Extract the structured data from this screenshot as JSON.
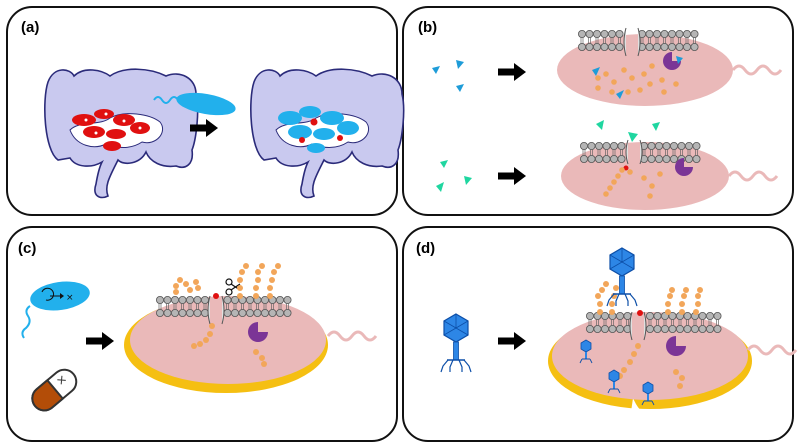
{
  "panels": [
    {
      "label": "(a)"
    },
    {
      "label": "(b)"
    },
    {
      "label": "(c)"
    },
    {
      "label": "(d)"
    }
  ],
  "colors": {
    "colon": "#c9c9ef",
    "colon_outline": "#2b2b7a",
    "pathogen": "#e01010",
    "probiotic": "#22b0ec",
    "cell": "#eab9b9",
    "capsule": "#f5bf12",
    "peptide": "#f2a65a",
    "membrane_head": "#b5b5b5",
    "enzyme": "#7b3596",
    "phage": "#1e6fd0",
    "signal_b1": "#1e9cd8",
    "signal_b2": "#1fd6a0",
    "pill_body": "#b34d08"
  },
  "icons": [
    "colon-icon",
    "bacterium-icon",
    "arrow-icon",
    "membrane-icon",
    "enzyme-icon",
    "scissors-icon",
    "capsule-pill-icon",
    "bacteriophage-icon"
  ]
}
